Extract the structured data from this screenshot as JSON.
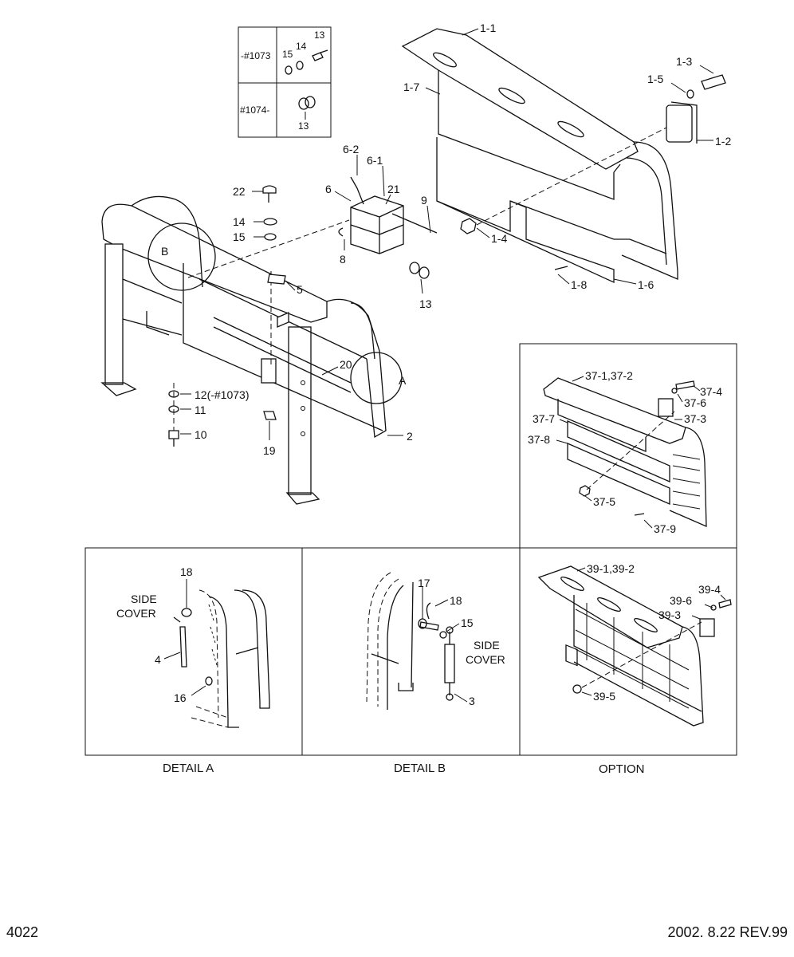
{
  "page": {
    "number": "4022",
    "revision": "2002. 8.22 REV.99"
  },
  "serial_table": {
    "row1": {
      "range": "-#1073",
      "parts": [
        "15",
        "14",
        "13"
      ]
    },
    "row2": {
      "range": "#1074-",
      "parts": [
        "13"
      ]
    }
  },
  "callouts": {
    "c1_1": "1-1",
    "c1_2": "1-2",
    "c1_3": "1-3",
    "c1_4": "1-4",
    "c1_5": "1-5",
    "c1_6": "1-6",
    "c1_7": "1-7",
    "c1_8": "1-8",
    "c2": "2",
    "c5": "5",
    "c6": "6",
    "c6_1": "6-1",
    "c6_2": "6-2",
    "c8": "8",
    "c9": "9",
    "c10": "10",
    "c11": "11",
    "c12": "12(-#1073)",
    "c13": "13",
    "c14": "14",
    "c15": "15",
    "c19": "19",
    "c20": "20",
    "c21": "21",
    "c22": "22",
    "detA": "A",
    "detB": "B"
  },
  "detail_a": {
    "caption": "DETAIL A",
    "side_cover_1": "SIDE",
    "side_cover_2": "COVER",
    "c4": "4",
    "c16": "16",
    "c18": "18"
  },
  "detail_b": {
    "caption": "DETAIL B",
    "side_cover_1": "SIDE",
    "side_cover_2": "COVER",
    "c3": "3",
    "c15": "15",
    "c17": "17",
    "c18": "18"
  },
  "option_37": {
    "c37_1": "37-1,37-2",
    "c37_3": "37-3",
    "c37_4": "37-4",
    "c37_5": "37-5",
    "c37_6": "37-6",
    "c37_7": "37-7",
    "c37_8": "37-8",
    "c37_9": "37-9"
  },
  "option_39": {
    "caption": "OPTION",
    "c39_1": "39-1,39-2",
    "c39_3": "39-3",
    "c39_4": "39-4",
    "c39_5": "39-5",
    "c39_6": "39-6"
  }
}
